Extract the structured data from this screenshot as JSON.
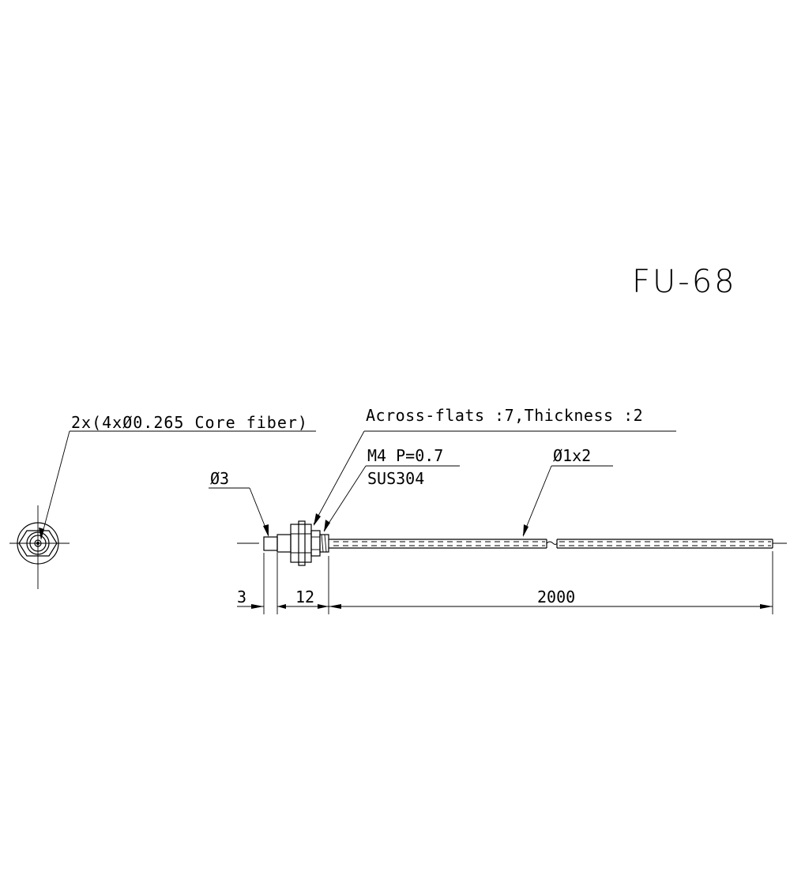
{
  "title": "FU-68",
  "callouts": {
    "core_fiber": "2x(4xØ0.265 Core fiber)",
    "across_flats": "Across-flats :7,Thickness :2",
    "thread": "M4 P=0.7",
    "material": "SUS304",
    "tip_diameter": "Ø3",
    "cable": "Ø1x2"
  },
  "dimensions": {
    "tip_length": "3",
    "thread_length": "12",
    "cable_length": "2000"
  }
}
